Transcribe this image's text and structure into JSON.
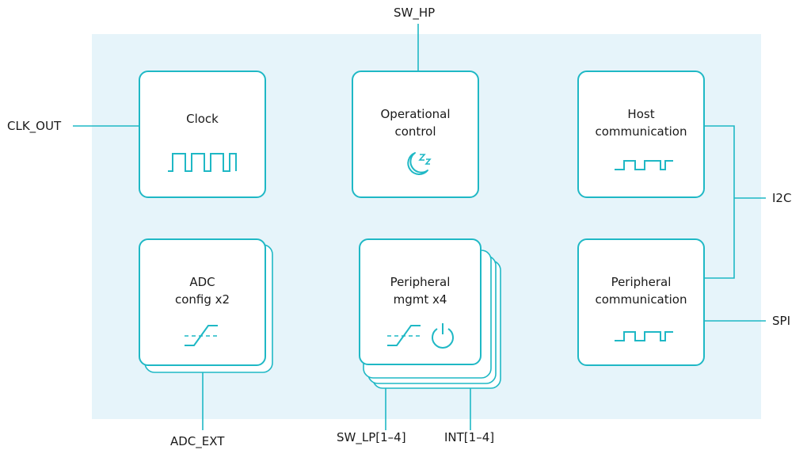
{
  "blocks": {
    "clock": "Clock",
    "operational_control": "Operational\ncontrol",
    "host_communication": "Host\ncommunication",
    "adc_config": "ADC\nconfig x2",
    "peripheral_mgmt": "Peripheral\nmgmt x4",
    "peripheral_communication": "Peripheral\ncommunication"
  },
  "signals": {
    "clk_out": "CLK_OUT",
    "sw_hp": "SW_HP",
    "i2c": "I2C",
    "spi": "SPI",
    "adc_ext": "ADC_EXT",
    "sw_lp": "SW_LP[1–4]",
    "int": "INT[1–4]"
  },
  "colors": {
    "accent": "#1fb8c5",
    "panel": "#e6f4fa",
    "line": "#1fb8c5"
  },
  "icons": {
    "clock": "square-wave-icon",
    "operational_control": "moon-sleep-icon",
    "host_communication": "data-signal-icon",
    "adc_config": "adc-ramp-icon",
    "peripheral_mgmt": [
      "adc-ramp-icon",
      "power-icon"
    ],
    "peripheral_communication": "data-signal-icon"
  }
}
